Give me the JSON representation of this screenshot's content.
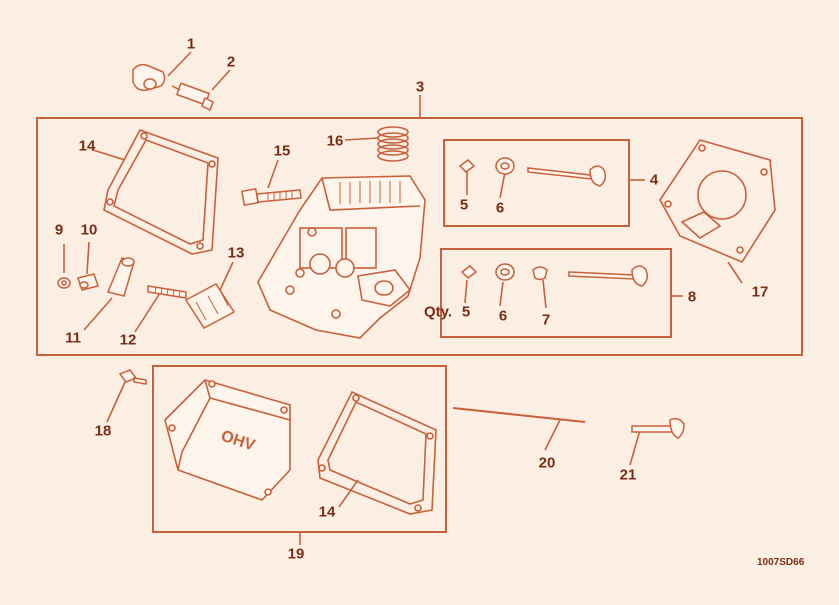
{
  "diagram": {
    "colors": {
      "ink": "#c9603a",
      "dark": "#7a2d14",
      "paper": "#fbefe4"
    },
    "labels": {
      "n1": "1",
      "n2": "2",
      "n3": "3",
      "n4": "4",
      "n5a": "5",
      "n6a": "6",
      "n5b": "5",
      "n6b": "6",
      "n7": "7",
      "n8": "8",
      "n9": "9",
      "n10": "10",
      "n11": "11",
      "n12": "12",
      "n13": "13",
      "n14a": "14",
      "n15": "15",
      "n16": "16",
      "n17": "17",
      "n18": "18",
      "n19": "19",
      "n14b": "14",
      "n20": "20",
      "n21": "21"
    },
    "qty_label": "Qty.",
    "cover_text": "OHV",
    "figure_code": "1007SD66"
  }
}
